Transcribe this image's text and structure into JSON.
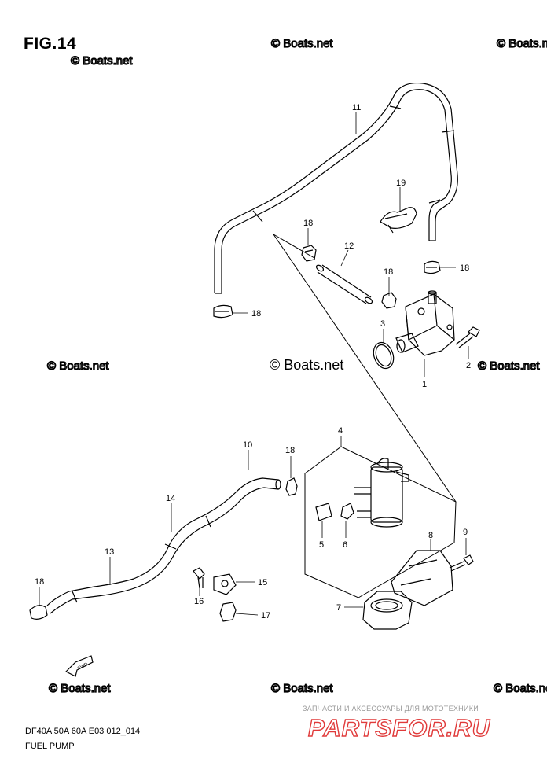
{
  "figure": {
    "title": "FIG.14",
    "model_code": "DF40A 50A 60A E03 012_014",
    "section_name": "FUEL PUMP"
  },
  "watermarks": {
    "main": "© Boats.net",
    "repeat": "© Boats.net"
  },
  "brand": {
    "tagline": "ЗАПЧАСТИ И АКСЕССУАРЫ ДЛЯ МОТОТЕХНИКИ",
    "logo_text": "PARTSFOR.RU",
    "logo_color": "#e03a3a"
  },
  "direction_marker": "FWD",
  "callouts": [
    "1",
    "2",
    "3",
    "4",
    "5",
    "6",
    "7",
    "8",
    "9",
    "10",
    "11",
    "12",
    "13",
    "14",
    "15",
    "16",
    "17",
    "18",
    "19"
  ],
  "labels": {
    "n1": "1",
    "n2": "2",
    "n3": "3",
    "n4": "4",
    "n5": "5",
    "n6": "6",
    "n7": "7",
    "n8": "8",
    "n9": "9",
    "n10": "10",
    "n11": "11",
    "n12": "12",
    "n13": "13",
    "n14": "14",
    "n15": "15",
    "n16": "16",
    "n17": "17",
    "n18": "18",
    "n19": "19"
  }
}
